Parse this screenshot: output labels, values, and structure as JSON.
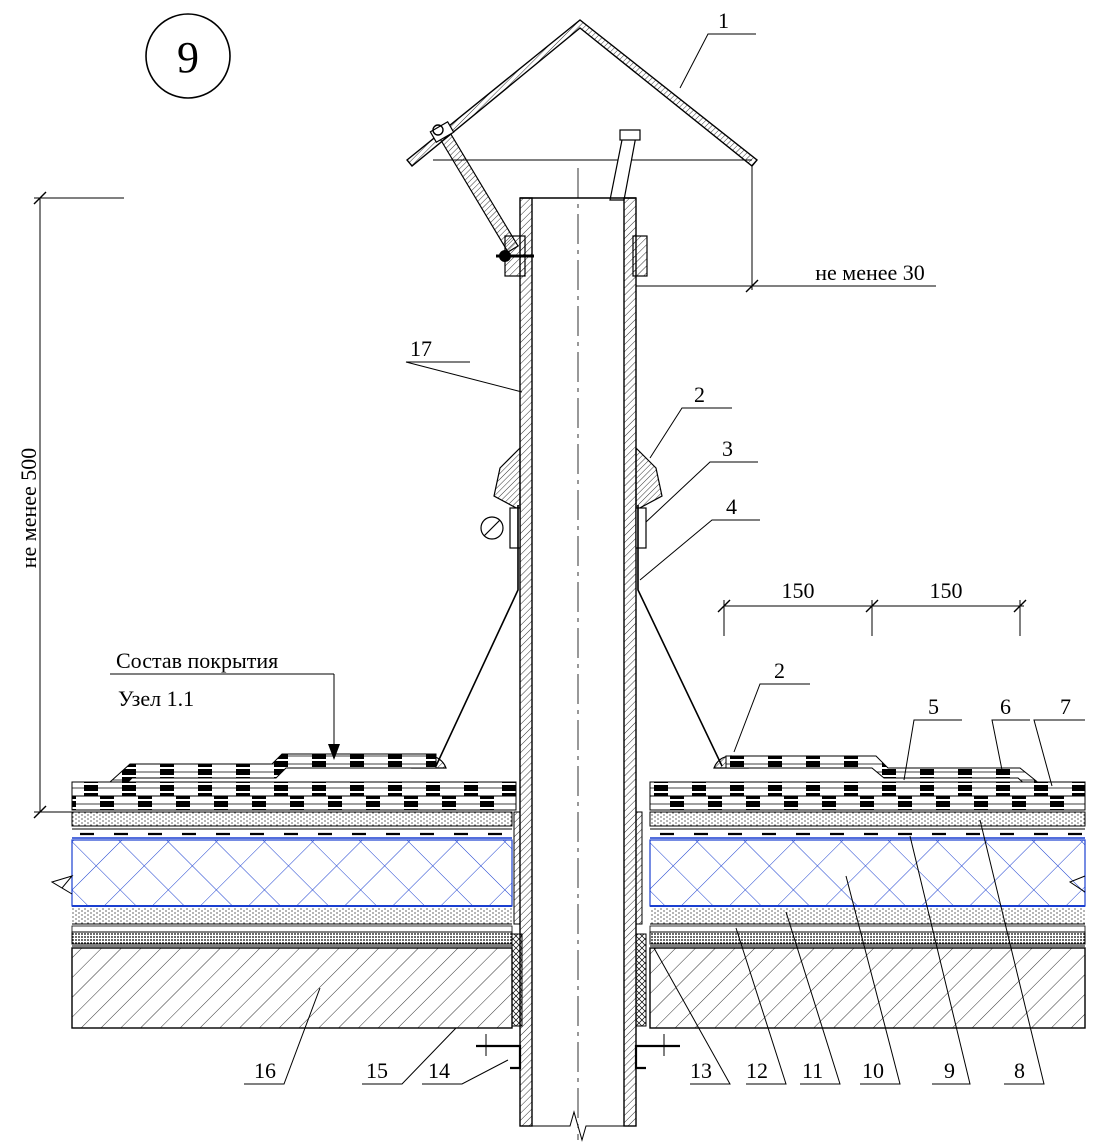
{
  "node_number": "9",
  "dimensions": {
    "height_min": "не менее 500",
    "cap_gap_min": "не менее 30",
    "offset_1": "150",
    "offset_2": "150"
  },
  "callout_composition": {
    "line1": "Состав покрытия",
    "line2": "Узел 1.1"
  },
  "leaders": [
    {
      "id": "1",
      "text": "1"
    },
    {
      "id": "2a",
      "text": "2"
    },
    {
      "id": "3",
      "text": "3"
    },
    {
      "id": "4",
      "text": "4"
    },
    {
      "id": "17",
      "text": "17"
    },
    {
      "id": "2b",
      "text": "2"
    },
    {
      "id": "5",
      "text": "5"
    },
    {
      "id": "6",
      "text": "6"
    },
    {
      "id": "7",
      "text": "7"
    },
    {
      "id": "16",
      "text": "16"
    },
    {
      "id": "15",
      "text": "15"
    },
    {
      "id": "14",
      "text": "14"
    },
    {
      "id": "13",
      "text": "13"
    },
    {
      "id": "12",
      "text": "12"
    },
    {
      "id": "11",
      "text": "11"
    },
    {
      "id": "10",
      "text": "10"
    },
    {
      "id": "9",
      "text": "9"
    },
    {
      "id": "8",
      "text": "8"
    }
  ],
  "colors": {
    "line": "#000000",
    "insulation": "#1a3fd0",
    "hatch": "#000000"
  }
}
